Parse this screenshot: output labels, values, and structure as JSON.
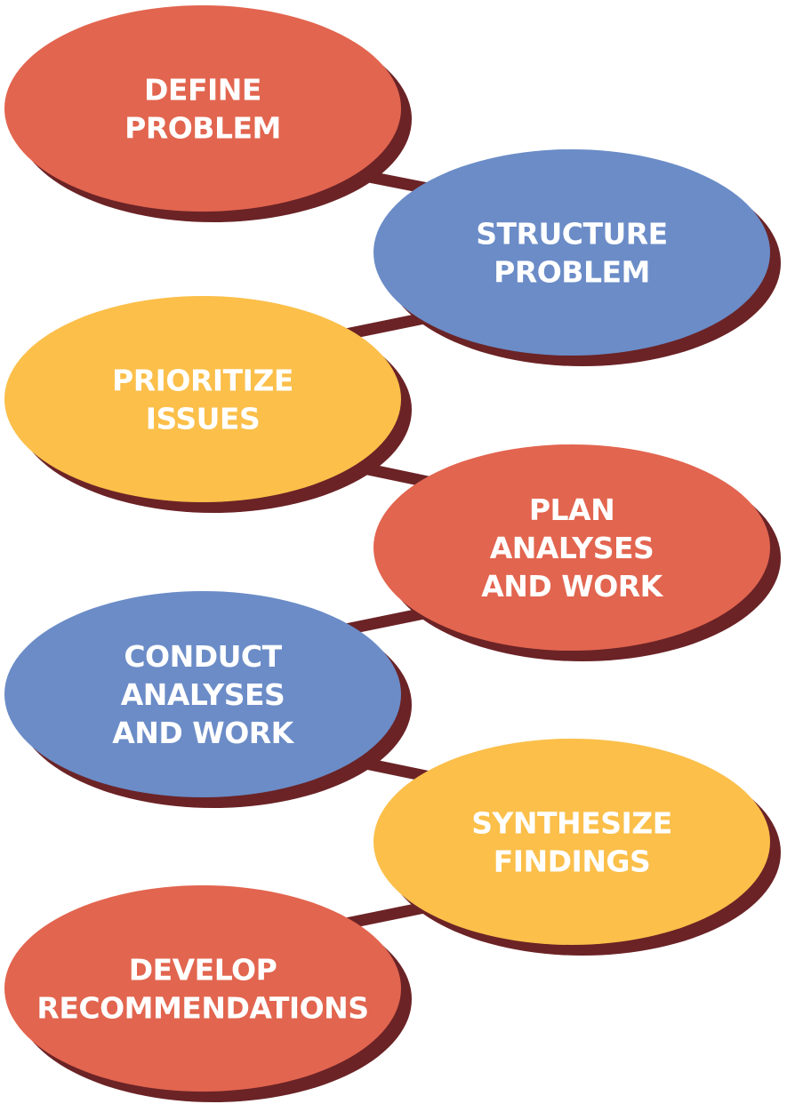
{
  "colors": {
    "red": "#e2654f",
    "blue": "#6b8cc7",
    "yellow": "#fbbf4a",
    "shadow": "#6b2326"
  },
  "steps": [
    {
      "lines": [
        "DEFINE",
        "PROBLEM"
      ],
      "color": "red",
      "side": "left"
    },
    {
      "lines": [
        "STRUCTURE",
        "PROBLEM"
      ],
      "color": "blue",
      "side": "right"
    },
    {
      "lines": [
        "PRIORITIZE",
        "ISSUES"
      ],
      "color": "yellow",
      "side": "left"
    },
    {
      "lines": [
        "PLAN",
        "ANALYSES",
        "AND WORK"
      ],
      "color": "red",
      "side": "right"
    },
    {
      "lines": [
        "CONDUCT",
        "ANALYSES",
        "AND WORK"
      ],
      "color": "blue",
      "side": "left"
    },
    {
      "lines": [
        "SYNTHESIZE",
        "FINDINGS"
      ],
      "color": "yellow",
      "side": "right"
    },
    {
      "lines": [
        "DEVELOP",
        "RECOMMENDATIONS"
      ],
      "color": "red",
      "side": "left"
    }
  ]
}
